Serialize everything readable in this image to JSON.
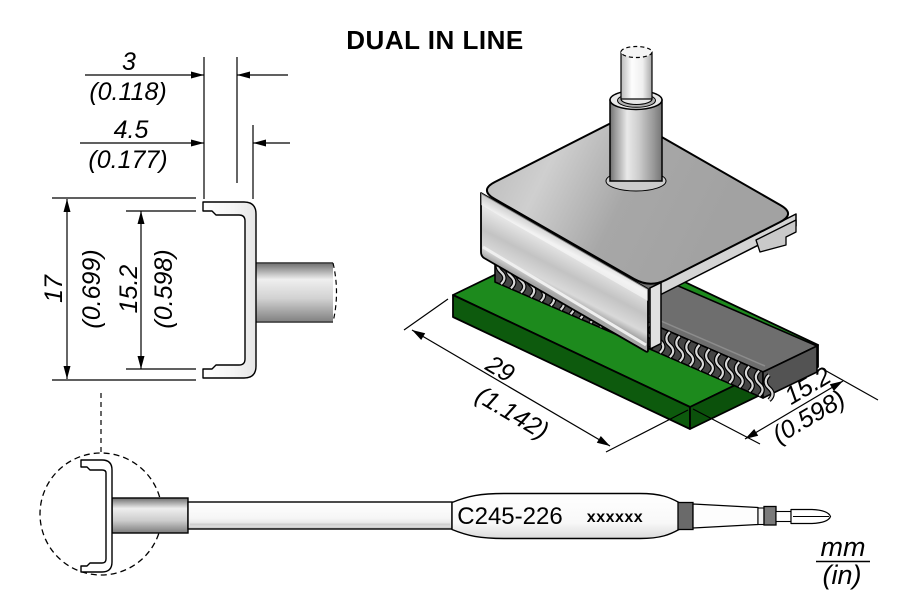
{
  "title": "DUAL IN LINE",
  "units_legend": {
    "mm": "mm",
    "in": "(in)"
  },
  "cartridge": {
    "model": "C245-226",
    "marking": "xxxxxx"
  },
  "dimensions": {
    "lip_depth": {
      "mm": "3",
      "in": "(0.118)"
    },
    "channel_depth": {
      "mm": "4.5",
      "in": "(0.177)"
    },
    "outer_height": {
      "mm": "17",
      "in": "(0.699)"
    },
    "inner_height": {
      "mm": "15.2",
      "in": "(0.598)"
    },
    "package_length": {
      "mm": "29",
      "in": "(1.142)"
    },
    "package_width": {
      "mm": "15.2",
      "in": "(0.598)"
    }
  },
  "colors": {
    "background": "#ffffff",
    "outline": "#000000",
    "metal_gray": "#a9a9a9",
    "pcb_top": "#1d8a1d",
    "pcb_side": "#0d5a0d",
    "ic_body": "#6e6e6e"
  }
}
